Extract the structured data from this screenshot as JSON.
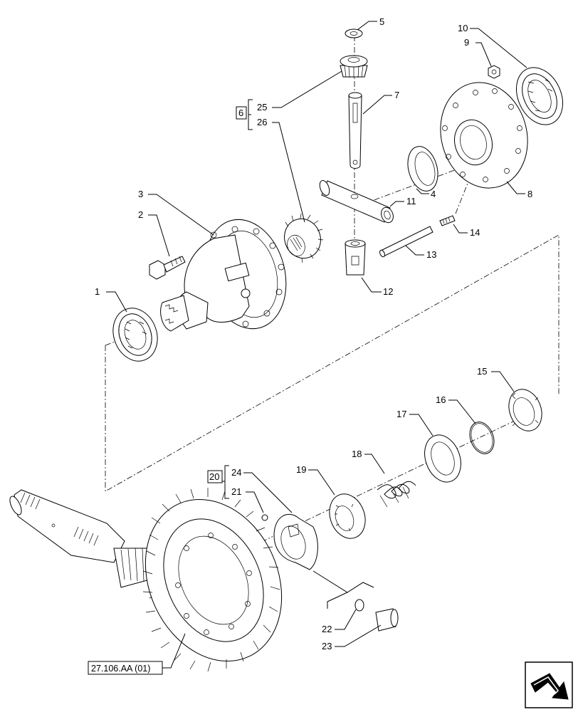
{
  "callouts": {
    "c1": "1",
    "c2": "2",
    "c3": "3",
    "c4": "4",
    "c5": "5",
    "c6": "6",
    "c7": "7",
    "c8": "8",
    "c9": "9",
    "c10": "10",
    "c11": "11",
    "c12": "12",
    "c13": "13",
    "c14": "14",
    "c15": "15",
    "c16": "16",
    "c17": "17",
    "c18": "18",
    "c19": "19",
    "c20": "20",
    "c21": "21",
    "c22": "22",
    "c23": "23",
    "c24": "24",
    "c25": "25",
    "c26": "26"
  },
  "reference": {
    "label": "27.106.AA (01)"
  },
  "nav": {
    "icon": "next-page-arrow-icon"
  }
}
